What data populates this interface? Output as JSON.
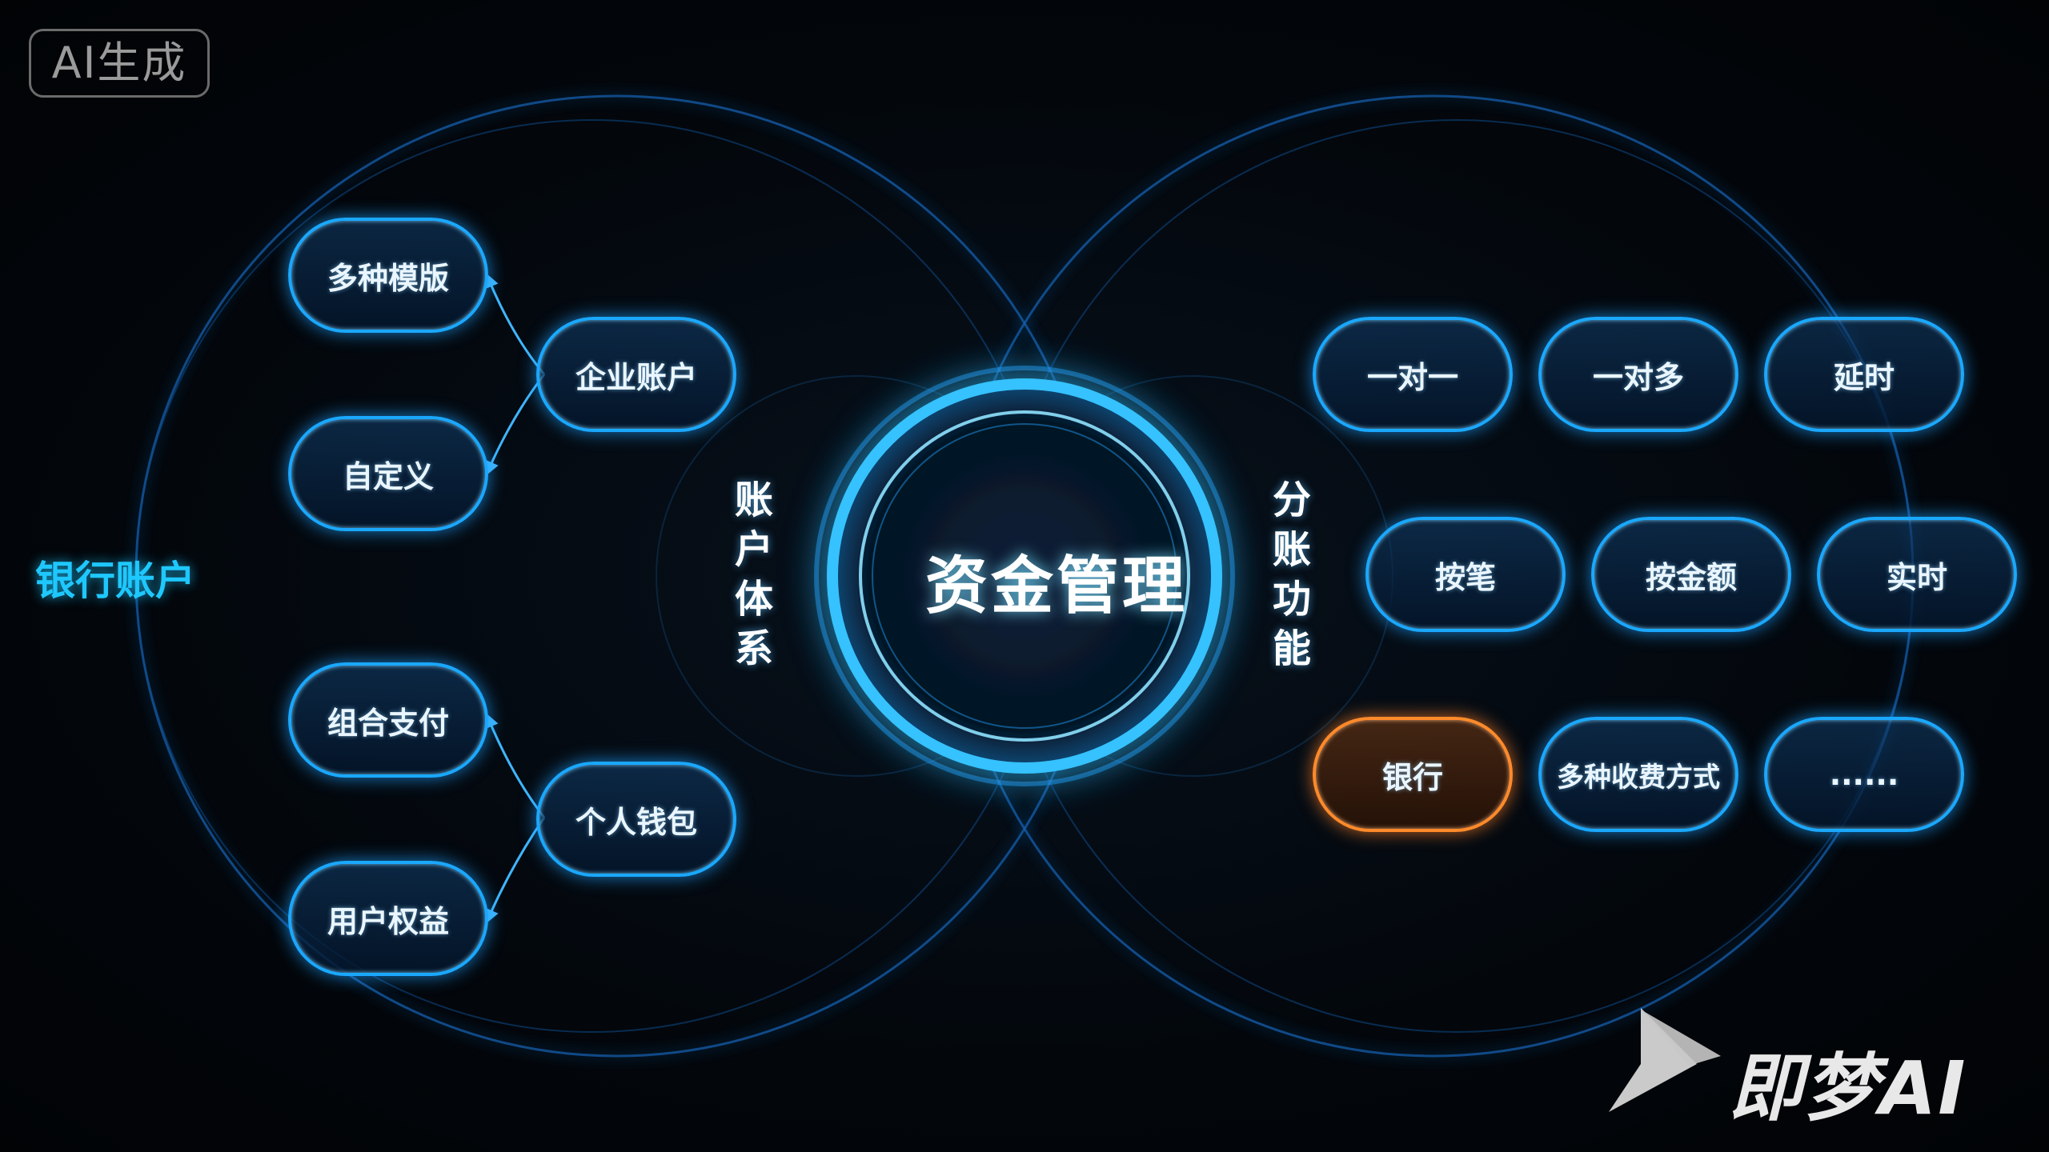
{
  "badge": "AI生成",
  "side_title": "银行账户",
  "center": "资金管理",
  "left_group_label": [
    "账",
    "户",
    "体",
    "系"
  ],
  "right_group_label": [
    "分",
    "账",
    "功",
    "能"
  ],
  "left_nodes": {
    "enterprise_account": "企业账户",
    "multi_template": "多种模版",
    "custom": "自定义",
    "personal_wallet": "个人钱包",
    "combined_payment": "组合支付",
    "user_rights": "用户权益"
  },
  "right_nodes": [
    "一对一",
    "一对多",
    "延时",
    "按笔",
    "按金额",
    "实时",
    "银行",
    "多种收费方式",
    "......"
  ],
  "highlighted_node": "银行",
  "watermark": "即梦AI",
  "colors": {
    "accent": "#1aa8ff",
    "title": "#1ec8ff",
    "highlight": "#ff8a2a"
  }
}
